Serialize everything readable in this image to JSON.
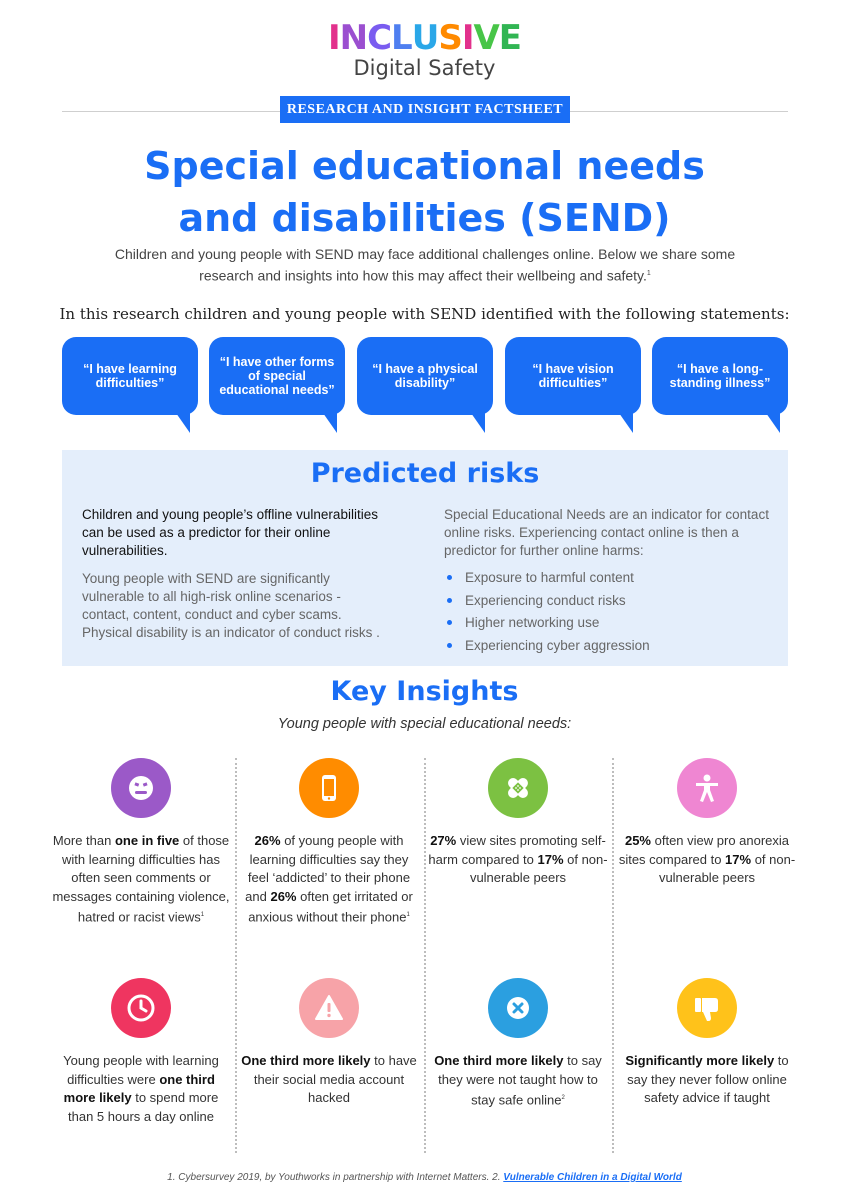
{
  "logo": {
    "letters": [
      {
        "ch": "I",
        "color": "#e2318c"
      },
      {
        "ch": "N",
        "color": "#9b4fd0"
      },
      {
        "ch": "C",
        "color": "#7a5cf0"
      },
      {
        "ch": "L",
        "color": "#4f7ff0"
      },
      {
        "ch": "U",
        "color": "#2aa7e8"
      },
      {
        "ch": "S",
        "color": "#ff8a00"
      },
      {
        "ch": "I",
        "color": "#e2318c"
      },
      {
        "ch": "V",
        "color": "#48c548"
      },
      {
        "ch": "E",
        "color": "#31b553"
      }
    ],
    "subtitle": "Digital Safety"
  },
  "tagline": "RESEARCH AND INSIGHT FACTSHEET",
  "title_line1": "Special educational needs",
  "title_line2": "and disabilities (SEND)",
  "intro_line1": "Children and young people with SEND may face additional challenges online. Below we share some",
  "intro_line2": "research and insights into how this may affect their wellbeing and safety.",
  "intro_sup": "1",
  "statement_heading": "In this research children and young people with SEND identified with the following statements:",
  "statements": [
    "“I have learning difficulties”",
    "“I have other forms of special educational needs”",
    "“I have a physical disability”",
    "“I have vision difficulties”",
    "“I have a long-standing illness”"
  ],
  "predicted_risks": {
    "title": "Predicted risks",
    "left_strong": "Children and young people’s offline vulnerabilities can be used as a predictor for their online vulnerabilities.",
    "left_soft": "Young people with SEND are significantly vulnerable to all high-risk online scenarios - contact, content, conduct and cyber scams. Physical disability is an indicator of conduct risks .",
    "right_text": "Special Educational Needs are an indicator for contact online risks. Experiencing contact online is then a predictor for further online harms:",
    "bullets": [
      "Exposure to harmful content",
      "Experiencing conduct risks",
      "Higher networking use",
      "Experiencing cyber aggression"
    ]
  },
  "key_insights": {
    "title": "Key Insights",
    "subtitle": "Young people with special educational needs:"
  },
  "insights": [
    {
      "icon": "angry-face-icon",
      "color": "#9b59c8",
      "parts": [
        [
          "More than ",
          false
        ],
        [
          "one in five",
          true
        ],
        [
          " of those with learning difficulties has often seen comments or messages containing violence, hatred or racist views",
          false
        ]
      ],
      "sup": "1"
    },
    {
      "icon": "phone-icon",
      "color": "#ff8c00",
      "parts": [
        [
          "26%",
          true
        ],
        [
          " of young people with learning difficulties say they feel ‘addicted’ to their phone and ",
          false
        ],
        [
          "26%",
          true
        ],
        [
          " often get irritated or anxious without their phone",
          false
        ]
      ],
      "sup": "1"
    },
    {
      "icon": "bandage-icon",
      "color": "#7cc142",
      "parts": [
        [
          "27%",
          true
        ],
        [
          " view sites promoting self-harm compared to ",
          false
        ],
        [
          "17%",
          true
        ],
        [
          " of non-vulnerable peers",
          false
        ]
      ],
      "sup": ""
    },
    {
      "icon": "person-icon",
      "color": "#ef86d2",
      "parts": [
        [
          "25%",
          true
        ],
        [
          " often view pro anorexia sites compared to ",
          false
        ],
        [
          "17%",
          true
        ],
        [
          " of non-vulnerable peers",
          false
        ]
      ],
      "sup": ""
    },
    {
      "icon": "clock-icon",
      "color": "#ef3560",
      "parts": [
        [
          "Young people with learning difficulties were ",
          false
        ],
        [
          "one third more likely",
          true
        ],
        [
          " to spend more than 5 hours a day online",
          false
        ]
      ],
      "sup": ""
    },
    {
      "icon": "warning-icon",
      "color": "#f7a3a8",
      "parts": [
        [
          "One third more likely",
          true
        ],
        [
          " to have their social media account hacked",
          false
        ]
      ],
      "sup": ""
    },
    {
      "icon": "x-circle-icon",
      "color": "#2b9fe0",
      "parts": [
        [
          "One third more likely",
          true
        ],
        [
          " to say they were not taught how to stay safe online",
          false
        ]
      ],
      "sup": "2"
    },
    {
      "icon": "thumbs-down-icon",
      "color": "#ffc21a",
      "parts": [
        [
          "Significantly more likely",
          true
        ],
        [
          " to say they never follow online safety advice if taught",
          false
        ]
      ],
      "sup": ""
    }
  ],
  "footnote": {
    "text": "1. Cybersurvey 2019, by Youthworks in partnership with Internet Matters. 2. ",
    "link": "Vulnerable Children in a Digital World"
  },
  "colors": {
    "accent": "#1a6ef5",
    "panel": "#e4eefb"
  }
}
